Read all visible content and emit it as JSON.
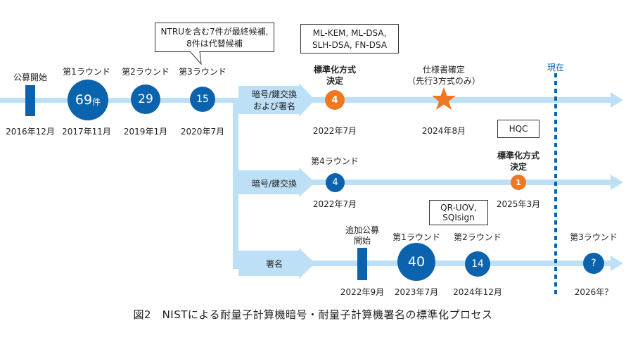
{
  "top_line": {
    "start": {
      "label": "公募開始",
      "date": "2016年12月"
    },
    "r1": {
      "label": "第1ラウンド",
      "value": "69",
      "unit": "件",
      "date": "2017年11月"
    },
    "r2": {
      "label": "第2ラウンド",
      "value": "29",
      "date": "2019年1月"
    },
    "r3": {
      "label": "第3ラウンド",
      "value": "15",
      "date": "2020年7月"
    },
    "r3_note_1": "NTRUを含む7件が最終候補,",
    "r3_note_2": "8件は代替候補"
  },
  "branch_a": {
    "arrow_1": "暗号/鍵交換",
    "arrow_2": "および署名",
    "std_label_1": "標準化方式",
    "std_label_2": "決定",
    "std_value": "4",
    "std_date": "2022年7月",
    "std_note_1": "ML-KEM, ML-DSA,",
    "std_note_2": "SLH-DSA, FN-DSA",
    "spec_label_1": "仕様書確定",
    "spec_label_2": "（先行3方式のみ）",
    "spec_date": "2024年8月"
  },
  "branch_b": {
    "arrow": "暗号/鍵交換",
    "r4_label": "第4ラウンド",
    "r4_value": "4",
    "r4_date": "2022年7月",
    "std_note": "HQC",
    "std_label_1": "標準化方式",
    "std_label_2": "決定",
    "std_value": "1",
    "std_date": "2025年3月"
  },
  "branch_c": {
    "arrow": "署名",
    "add_label_1": "追加公募",
    "add_label_2": "開始",
    "add_date": "2022年9月",
    "r1_label": "第1ラウンド",
    "r1_value": "40",
    "r1_date": "2023年7月",
    "r2_label": "第2ラウンド",
    "r2_value": "14",
    "r2_date": "2024年12月",
    "r2_note_1": "QR-UOV,",
    "r2_note_2": "SQIsign",
    "r3_label": "第3ラウンド",
    "r3_value": "?",
    "r3_date": "2026年？"
  },
  "now_label": "現在",
  "caption": "図2　NISTによる耐量子計算機暗号・耐量子計算機署名の標準化プロセス",
  "colors": {
    "line": "#bde0f7",
    "blue": "#0b63ad",
    "orange": "#f07823"
  }
}
